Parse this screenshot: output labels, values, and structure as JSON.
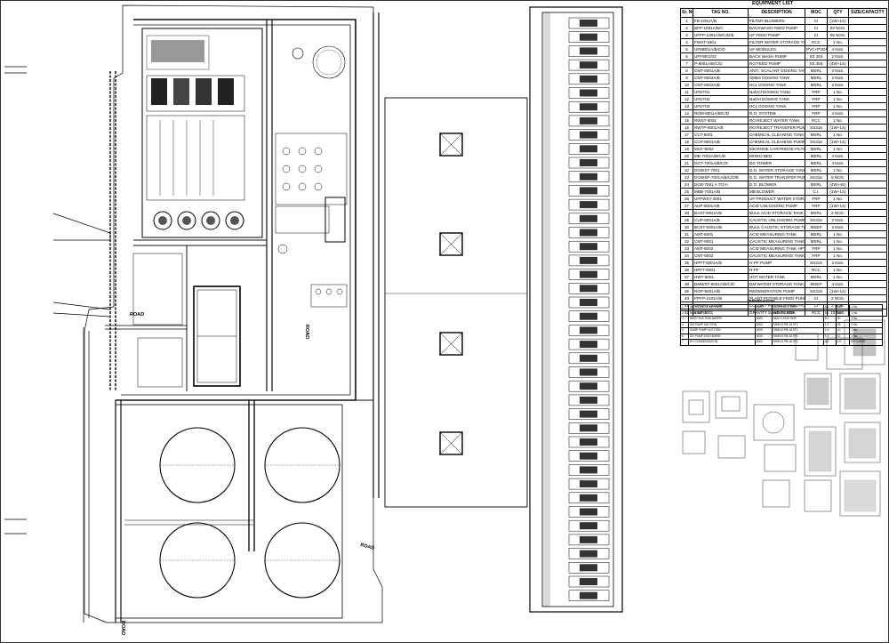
{
  "equipment_list": {
    "title": "EQUIPMENT LIST",
    "headers": [
      "Sr. NO",
      "TAG NO.",
      "DESCRIPTION",
      "MOC",
      "QTY",
      "SIZE/CAPACITY"
    ],
    "rows": [
      [
        "1",
        "FB-1001A/B",
        "FILTER BLOWERS",
        "CI",
        "(1W+1S)",
        ""
      ],
      [
        "2",
        "BFP-1001A/B/C",
        "BACKWASH FEED PUMP",
        "CI",
        "03 NOS.",
        ""
      ],
      [
        "3",
        "UFFP-1001A/B/C/D/E",
        "UF FEED PUMP",
        "CI",
        "05 NOS.",
        ""
      ],
      [
        "4",
        "FWST-1501",
        "FILTER WATER STORAGE TANK",
        "RCC",
        "1 No.",
        ""
      ],
      [
        "5",
        "UFMB01A/B/C/D",
        "UF MODULES",
        "PVC+PVDF",
        "4 NoS.",
        ""
      ],
      [
        "6",
        "UFFW01/02",
        "BACK WASH PUMP",
        "SS 304",
        "2 NoS.",
        ""
      ],
      [
        "7",
        "P-8001A/B/C/D",
        "RO FEED PUMP",
        "SS 304",
        "(4W+1S)",
        ""
      ],
      [
        "8",
        "CMT-8001A/B",
        "ANTI. SCALANT DOSING TANK",
        "MSRL",
        "2 NoS.",
        ""
      ],
      [
        "9",
        "CMT-8002A/B",
        "SMBS DOSING TANK",
        "MSRL",
        "2 NoS.",
        ""
      ],
      [
        "10",
        "CMT-8003A/B",
        "HCL DOSING TANK",
        "MSRL",
        "2 NoS.",
        ""
      ],
      [
        "11",
        "UFDT01",
        "NaOCl DOSING TANK",
        "FRP",
        "1 No.",
        ""
      ],
      [
        "12",
        "UFDT02",
        "NaOH DOSING TANK",
        "FRP",
        "1 No.",
        ""
      ],
      [
        "13",
        "UFDT03",
        "HCL DOSING TANK",
        "FRP",
        "1 No.",
        ""
      ],
      [
        "14",
        "ROM-8001A/B/C/D",
        "R.O. SYSTEM",
        "FRP",
        "4 NoS.",
        ""
      ],
      [
        "15",
        "RWST-8001",
        "RO REJECT WATER TANK",
        "RCC",
        "1 No.",
        ""
      ],
      [
        "16",
        "RWTP-8001A/B",
        "RO REJECT TRANSFER PUMP",
        "SS316",
        "(1W+1S)",
        ""
      ],
      [
        "17",
        "CCT-8001",
        "CHEMICAL CLEANING TANK",
        "MSRL",
        "1 No.",
        ""
      ],
      [
        "18",
        "CCP-8001A/B",
        "CHEMICAL CLEANING PUMP",
        "SS316",
        "(1W+1S)",
        ""
      ],
      [
        "19",
        "MCF-8002",
        "MICRONE CARTRIDGE FILTER",
        "MSRL",
        "1 No.",
        ""
      ],
      [
        "20",
        "MB-7001A/B/C/D",
        "MIXED BED",
        "MSRL",
        "4 NoS.",
        ""
      ],
      [
        "21",
        "DGT-7001A/B/C/D",
        "DG TOWER",
        "MSRL",
        "4 NoS.",
        ""
      ],
      [
        "22",
        "DGWST-7001",
        "D.G. WATER STORAGE TANK",
        "MSRL",
        "1 No.",
        ""
      ],
      [
        "23",
        "DGWSP-7001A/B/C/D/E",
        "D.G. WATER TRANSFER PUMP",
        "SS316",
        "5 NOS.",
        ""
      ],
      [
        "24",
        "DGB-7001 A TO H",
        "D.G. BLOWER",
        "MSRL",
        "(4W+4S)",
        ""
      ],
      [
        "25",
        "MBB-7001A/B",
        "MB BLOWER",
        "C.I.",
        "(1W+1S)",
        ""
      ],
      [
        "26",
        "UFPWST-4001",
        "UF PRODUCT WATER STORAGE TANK",
        "FRP",
        "1 No.",
        ""
      ],
      [
        "27",
        "AUP-6001A/B",
        "ACID UNLOADING PUMP",
        "FRP",
        "(1W+1S)",
        ""
      ],
      [
        "28",
        "BAST-6001A/B",
        "BULK ACID STORAGE TANK",
        "MSRL",
        "2 NOS.",
        ""
      ],
      [
        "29",
        "CUP-6001A/B",
        "CAUSTIC UNLOADING PUMP",
        "SS316",
        "2 NoS.",
        ""
      ],
      [
        "30",
        "BCST-6001A/B",
        "BULK CAUSTIC STORAGE TANK",
        "MSEP",
        "2 NoS.",
        ""
      ],
      [
        "31",
        "AMT-6001",
        "ACID MEASURING TANK",
        "MSRL",
        "1 No.",
        ""
      ],
      [
        "32",
        "CMT-6001",
        "CAUSTIC MEASURING TANK",
        "MSRL",
        "1 No.",
        ""
      ],
      [
        "33",
        "AMT-6002",
        "ACID MEASURING TANK HPT",
        "FRP",
        "1 No.",
        ""
      ],
      [
        "34",
        "CMT-6002",
        "CAUSTIC MEASURING TANK HPT",
        "FRP",
        "1 No.",
        ""
      ],
      [
        "35",
        "HPFT-6001A/B",
        "H-PF PUMP",
        "SS316",
        "2 NoS.",
        ""
      ],
      [
        "36",
        "HPFT-6001",
        "H-PF",
        "RCC",
        "1 No.",
        ""
      ],
      [
        "37",
        "HWT-6001",
        "HOT WATER TANK",
        "MSRL",
        "1 No.",
        ""
      ],
      [
        "38",
        "DMWST-6001A/B/C/D",
        "DM WATER STORAGE TANK",
        "MSEP",
        "4 NoS.",
        ""
      ],
      [
        "39",
        "RGP-6001A/B",
        "REGENERATION PUMP",
        "SS316",
        "(1W+1S)",
        ""
      ],
      [
        "40",
        "PPFP-2101A/B",
        "PLANT POTABLE FEED PUMP",
        "CI",
        "2 NOS.",
        ""
      ],
      [
        "41",
        "CPFP-2101A/B",
        "COLONY POTABLE FEED PUMP",
        "CI",
        "2 NOS.",
        ""
      ],
      [
        "42",
        "KGF-1001",
        "GRAVITY SAND FILTER",
        "RCC",
        "10 NoS.",
        ""
      ]
    ]
  },
  "termination": {
    "title": "TERMINATION",
    "rows": [
      [
        "1",
        "INSTRUMENT AIR INLET",
        "4000",
        "3400 X 1220 TIER",
        "6.0",
        "120",
        "1 No."
      ],
      [
        "2",
        "RAW WATER",
        "",
        "SHIELD 2 DOWN",
        "8.0",
        "120",
        "1 No."
      ],
      [
        "3",
        "DEEP SUCTION WATER",
        "4000",
        "3400 X 1220 TIER",
        "6.0",
        "20",
        "1 No."
      ],
      [
        "4",
        "DM PUMP SUCTION",
        "4000",
        "SHIELD PB-18 ST1",
        "1.5",
        "25",
        "1 No."
      ],
      [
        "5",
        "SUMP PUMP SUCTION",
        "4000",
        "SHIELD PB-18 ST1",
        "1.5",
        "10",
        "1 No."
      ],
      [
        "6",
        "DG PUMP DISCHARGE",
        "4000",
        "SHIELD PB-18 ST1",
        "1.5",
        "10",
        "1 No."
      ],
      [
        "7",
        "RO CONDENSATION",
        "4000",
        "SHIELD PB-18 ST1",
        "4.5",
        "1.5",
        "BY CLIENT"
      ]
    ]
  },
  "road_labels": [
    "ROAD",
    "ROAD",
    "ROAD",
    "ROAD"
  ]
}
